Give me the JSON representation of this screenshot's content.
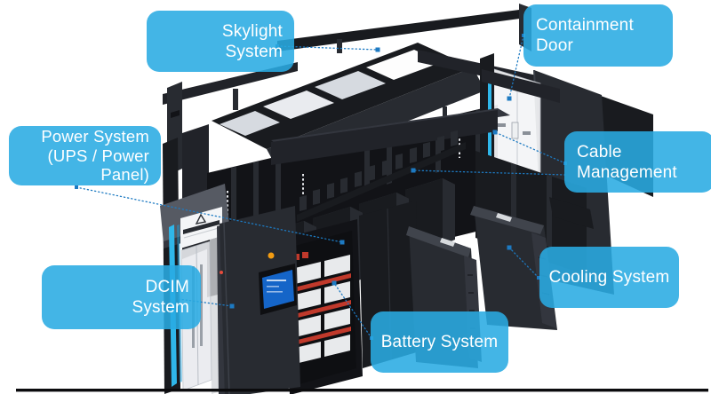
{
  "diagram": {
    "background_color": "#ffffff",
    "callout_color": "#29abe2",
    "callout_text_color": "#ffffff",
    "leader_line_color": "#1d7ac2",
    "subject": "modular data center exploded view",
    "callouts": [
      {
        "id": "skylight-system",
        "lines": [
          "Skylight",
          "System"
        ]
      },
      {
        "id": "power-system",
        "lines": [
          "Power System",
          "(UPS / Power",
          "Panel)"
        ]
      },
      {
        "id": "containment-door",
        "lines": [
          "Containment",
          "Door"
        ]
      },
      {
        "id": "cable-management",
        "lines": [
          "Cable",
          "Management"
        ]
      },
      {
        "id": "dcim-system",
        "lines": [
          "DCIM",
          "System"
        ]
      },
      {
        "id": "cooling-system",
        "lines": [
          "Cooling System"
        ]
      },
      {
        "id": "battery-system",
        "lines": [
          "Battery System"
        ]
      }
    ]
  }
}
